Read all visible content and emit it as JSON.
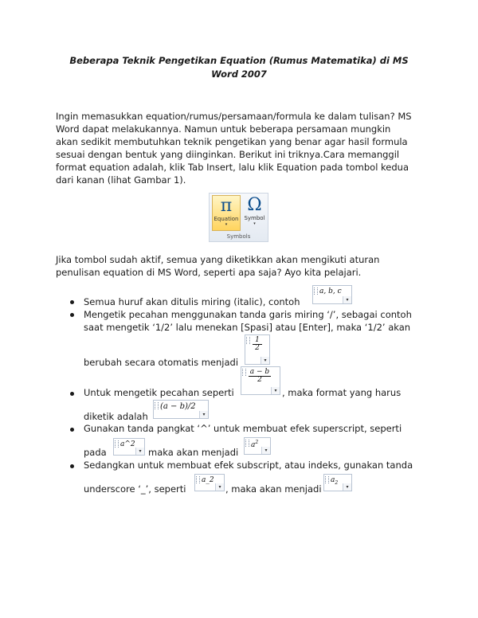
{
  "title": [
    "Beberapa Teknik Pengetikan Equation (Rumus Matematika) di MS",
    "Word 2007"
  ],
  "intro": [
    "Ingin memasukkan equation/rumus/persamaan/formula ke dalam tulisan? MS",
    "Word dapat melakukannya. Namun untuk beberapa persamaan mungkin",
    "akan sedikit membutuhkan teknik pengetikan yang benar agar hasil formula",
    "sesuai dengan bentuk yang diinginkan. Berikut ini triknya.Cara memanggil",
    "format equation adalah, klik Tab Insert, lalu klik Equation pada tombol kedua",
    "dari kanan (lihat Gambar 1)."
  ],
  "ribbon": {
    "equation_glyph": "π",
    "equation_label": "Equation",
    "symbol_glyph": "Ω",
    "symbol_label": "Symbol",
    "arrow": "▾",
    "group_label": "Symbols"
  },
  "para2": [
    "Jika tombol sudah aktif, semua yang diketikkan akan mengikuti aturan",
    "penulisan equation di MS Word, seperti apa saja? Ayo kita pelajari."
  ],
  "bullets": {
    "b1": "Semua huruf akan ditulis miring (italic), contoh",
    "b2_l1": "Mengetik pecahan menggunakan tanda garis miring ‘/’, sebagai contoh",
    "b2_l2": "saat mengetik ‘1/2’ lalu menekan [Spasi] atau [Enter], maka ‘1/2’ akan",
    "b2_l3": "berubah secara otomatis menjadi",
    "b3_l1a": "Untuk mengetik pecahan seperti",
    "b3_l1b": ", maka format yang harus",
    "b3_l2": "diketik adalah",
    "b4_l1": "Gunakan tanda pangkat ‘^’ untuk membuat efek superscript, seperti",
    "b4_l2a": "pada",
    "b4_l2b": "maka akan menjadi",
    "b5_l1": "Sedangkan untuk membuat efek subscript, atau indeks, gunakan tanda",
    "b5_l2a": "underscore ‘_’, seperti",
    "b5_l2b": ", maka akan menjadi"
  },
  "equations": {
    "italic_example": "a, b, c",
    "half_num": "1",
    "half_den": "2",
    "frac_num": "a − b",
    "frac_den": "2",
    "linear_fraction": "(a − b)/2",
    "sup_input": "a^2",
    "sup_base": "a",
    "sup_exp": "2",
    "sub_input": "a_2",
    "sub_base": "a",
    "sub_idx": "2",
    "drop_arrow": "▾"
  }
}
